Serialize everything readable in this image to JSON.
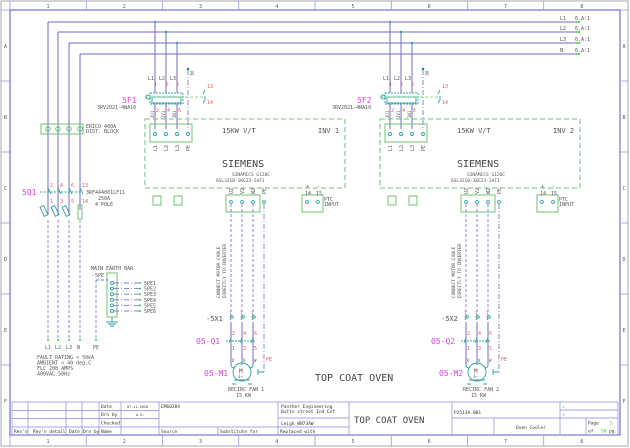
{
  "ruler": {
    "columns": [
      "1",
      "2",
      "3",
      "4",
      "5",
      "6",
      "7",
      "8"
    ],
    "rows": [
      "A",
      "B",
      "C",
      "D",
      "E",
      "F"
    ]
  },
  "busbars": [
    {
      "name": "L1",
      "ref": "6.A:1"
    },
    {
      "name": "L2",
      "ref": "6.A:1"
    },
    {
      "name": "L3",
      "ref": "6.A:1"
    },
    {
      "name": "N",
      "ref": "6.A:1"
    }
  ],
  "distribution_block": {
    "line1": "ERICO 400A",
    "line2": "DIST. BLOCK"
  },
  "main_isolator": {
    "tag": "5Q1",
    "part": "3RF444001LF11",
    "rating": "250A",
    "poles": "4 POLE",
    "top_terms": [
      "2",
      "4",
      "6",
      "13"
    ],
    "bottom_terms": [
      "1",
      "3",
      "5",
      "14"
    ]
  },
  "supply_labels": [
    "L1",
    "L2",
    "L3",
    "N",
    "PE"
  ],
  "notes": [
    "FAULT RATING < 50kA",
    "AMBIENT < 40 deg.C",
    "FLC 208 AMPS",
    "400VAC 50Hz"
  ],
  "earth_bar": {
    "title": "MAIN EARTH BAR",
    "tag": "-5PE",
    "outputs": [
      "5PE1",
      "5PE2",
      "5PE3",
      "5PE4",
      "5PE5",
      "5PE6"
    ]
  },
  "inverters": [
    {
      "breaker_tag": "5F1",
      "breaker_part": "3RV2021-4NA10",
      "phase_labels": [
        "L1",
        "L2",
        "L3"
      ],
      "in_terms": [
        "1",
        "3",
        "5"
      ],
      "out_terms": [
        "2",
        "4",
        "6"
      ],
      "out_wires": [
        "2U1",
        "2V1",
        "2W1"
      ],
      "aux": [
        "13",
        "14"
      ],
      "pe": "PE",
      "power": "15KW V/T",
      "name": "INV 1",
      "brand": "SIEMENS",
      "model": "SINAMICS G120C",
      "part": "6SL3210-1KE23-2AF1",
      "input_terms": [
        "L1",
        "L2",
        "L3",
        "PE"
      ],
      "output_terms": [
        "U2",
        "V2",
        "W2",
        "PE"
      ],
      "ptc_terms": [
        "14",
        "15"
      ],
      "ptc_signs": [
        "+",
        "-"
      ],
      "ptc_label1": "PTC",
      "ptc_label2": "INPUT",
      "cable_note1": "CONNECT MOTOR CABLE",
      "cable_note2": "DIRECTLY TO INVERTER",
      "terminal_tag": "-5X1",
      "terminal_nums": [
        "7",
        "7",
        "7"
      ],
      "terminal_nums2": [
        "1",
        "1",
        "1"
      ],
      "isolator_tag": "05-Q1",
      "iso_top": [
        "2",
        "4",
        "6"
      ],
      "iso_bot": [
        "1",
        "3",
        "5"
      ],
      "motor_terms": [
        "U",
        "V",
        "W"
      ],
      "motor_pe": "PE",
      "motor_tag": "05-M1",
      "motor_symbol": "M",
      "motor_phase": "3~",
      "motor_name": "RECIRC FAN 1",
      "motor_power": "15 KW"
    },
    {
      "breaker_tag": "5F2",
      "breaker_part": "3RV2021-4NA10",
      "phase_labels": [
        "L1",
        "L2",
        "L3"
      ],
      "in_terms": [
        "1",
        "3",
        "5"
      ],
      "out_terms": [
        "2",
        "4",
        "6"
      ],
      "out_wires": [
        "2U1",
        "2V1",
        "2W1"
      ],
      "aux": [
        "13",
        "14"
      ],
      "pe": "PE",
      "power": "15KW V/T",
      "name": "INV 2",
      "brand": "SIEMENS",
      "model": "SINAMICS G120C",
      "part": "6SL3210-1KE23-2AF1",
      "input_terms": [
        "L1",
        "L2",
        "L3",
        "PE"
      ],
      "output_terms": [
        "U2",
        "V2",
        "W2",
        "PE"
      ],
      "ptc_terms": [
        "14",
        "15"
      ],
      "ptc_signs": [
        "+",
        "-"
      ],
      "ptc_label1": "PTC",
      "ptc_label2": "INPUT",
      "cable_note1": "CONNECT MOTOR CABLE",
      "cable_note2": "DIRECTLY TO INVERTER",
      "terminal_tag": "-5X2",
      "terminal_nums": [
        "7",
        "7",
        "7"
      ],
      "terminal_nums2": [
        "1",
        "1",
        "1"
      ],
      "isolator_tag": "05-Q2",
      "iso_top": [
        "2",
        "4",
        "6"
      ],
      "iso_bot": [
        "1",
        "3",
        "5"
      ],
      "motor_terms": [
        "U",
        "V",
        "W"
      ],
      "motor_pe": "PE",
      "motor_tag": "05-M2",
      "motor_symbol": "M",
      "motor_phase": "3~",
      "motor_name": "RECIRC FAN 2",
      "motor_power": "15 KW"
    }
  ],
  "drawing_title": "TOP COAT OVEN",
  "title_block": {
    "headers": {
      "rev": "Rev'n",
      "rev_detail": "Rev'n detail",
      "date": "Date",
      "drn_by": "Drn by",
      "name": "Name",
      "source": "Source",
      "substitute": "Substitute for",
      "replaced": "Replaced with"
    },
    "date_label": "Date",
    "date_value": "07.11.2020",
    "drn_label": "Drn by",
    "drn_value": "A.H.",
    "checked_label": "Checked",
    "job": "EM60204",
    "company1": "Panther Engineering",
    "company2": "Butts street Ind Est",
    "company3": "Leigh WN73AW",
    "title": "TOP COAT OVEN",
    "drawing_no": "P2513A.001",
    "eq": "=",
    "plus": "+",
    "section": "Oven Cooler",
    "page_label": "Page",
    "page": "5",
    "of_label": "of",
    "pages": "58",
    "pg": "pg."
  }
}
